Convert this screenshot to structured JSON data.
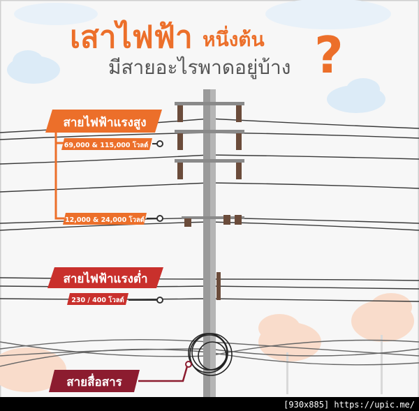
{
  "title": {
    "line1_main": "เสาไฟฟ้า",
    "line1_sub": "หนึ่งต้น",
    "line2": "มีสายอะไรพาดอยู่บ้าง",
    "question_mark": "?"
  },
  "labels": {
    "high_voltage": "สายไฟฟ้าแรงสูง",
    "high_voltage_transmission": "69,000 & 115,000 โวลต์",
    "high_voltage_distribution": "12,000 & 24,000 โวลต์",
    "low_voltage": "สายไฟฟ้าแรงต่ำ",
    "low_voltage_value": "230 / 400 โวลต์",
    "communication": "สายสื่อสาร"
  },
  "watermark": "[930x885] https://upic.me/",
  "colors": {
    "orange": "#ec6f2a",
    "red": "#c9302c",
    "dark_red": "#8c1c2f",
    "pole": "#9a9a9a",
    "wire": "#3a3a3a",
    "cloud": "#dcebf7",
    "peach": "#f9dccb"
  }
}
